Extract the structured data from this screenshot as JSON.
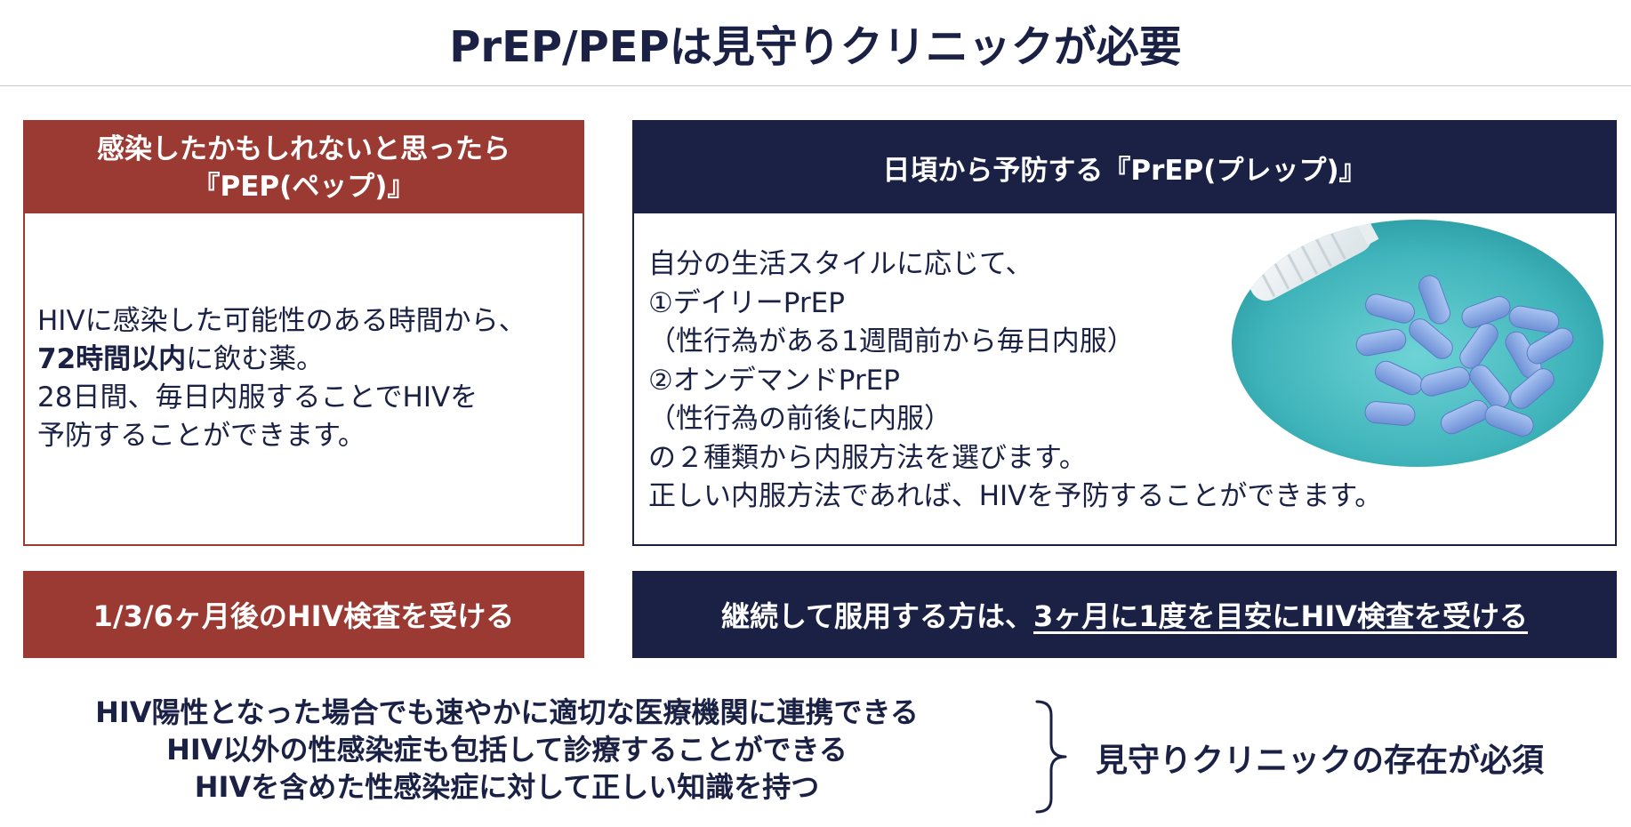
{
  "title": "PrEP/PEPは見守りクリニックが必要",
  "colors": {
    "pep": "#9a3a33",
    "prep": "#1a2145",
    "text": "#1a2145"
  },
  "pep": {
    "header_lines": [
      "感染したかもしれないと思ったら",
      "『PEP(ペップ)』"
    ],
    "body": {
      "line1": "HIVに感染した可能性のある時間から、",
      "line2_bold": "72時間以内",
      "line2_rest": "に飲む薬。",
      "line3": "28日間、毎日内服することでHIVを",
      "line4": "予防することができます。"
    },
    "test_label": "1/3/6ヶ月後のHIV検査を受ける"
  },
  "prep": {
    "header": "日頃から予防する『PrEP(プレップ)』",
    "body_lines": [
      "自分の生活スタイルに応じて、",
      "①デイリーPrEP",
      "（性行為がある1週間前から毎日内服）",
      "②オンデマンドPrEP",
      "（性行為の前後に内服）",
      "の２種類から内服方法を選びます。",
      "正しい内服方法であれば、HIVを予防することができます。"
    ],
    "image_icon": "pill-bottle-icon",
    "test_prefix": "継続して服用する方は、",
    "test_underlined": "3ヶ月に1度を目安にHIV検査を受ける"
  },
  "reasons": [
    "HIV陽性となった場合でも速やかに適切な医療機関に連携できる",
    "HIV以外の性感染症も包括して診療することができる",
    "HIVを含めた性感染症に対して正しい知識を持つ"
  ],
  "conclusion": "見守りクリニックの存在が必須"
}
